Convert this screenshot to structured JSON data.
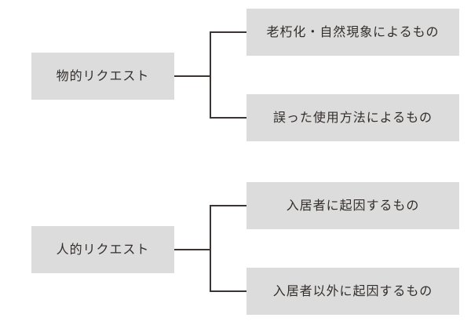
{
  "diagram": {
    "type": "tree",
    "background_color": "#ffffff",
    "box_fill_color": "#dcdcdc",
    "line_color": "#3a3532",
    "text_color": "#332e2b",
    "trees": [
      {
        "parent": "物的リクエスト",
        "children": [
          "老朽化・自然現象によるもの",
          "誤った使用方法によるもの"
        ]
      },
      {
        "parent": "人的リクエスト",
        "children": [
          "入居者に起因するもの",
          "入居者以外に起因するもの"
        ]
      }
    ]
  }
}
